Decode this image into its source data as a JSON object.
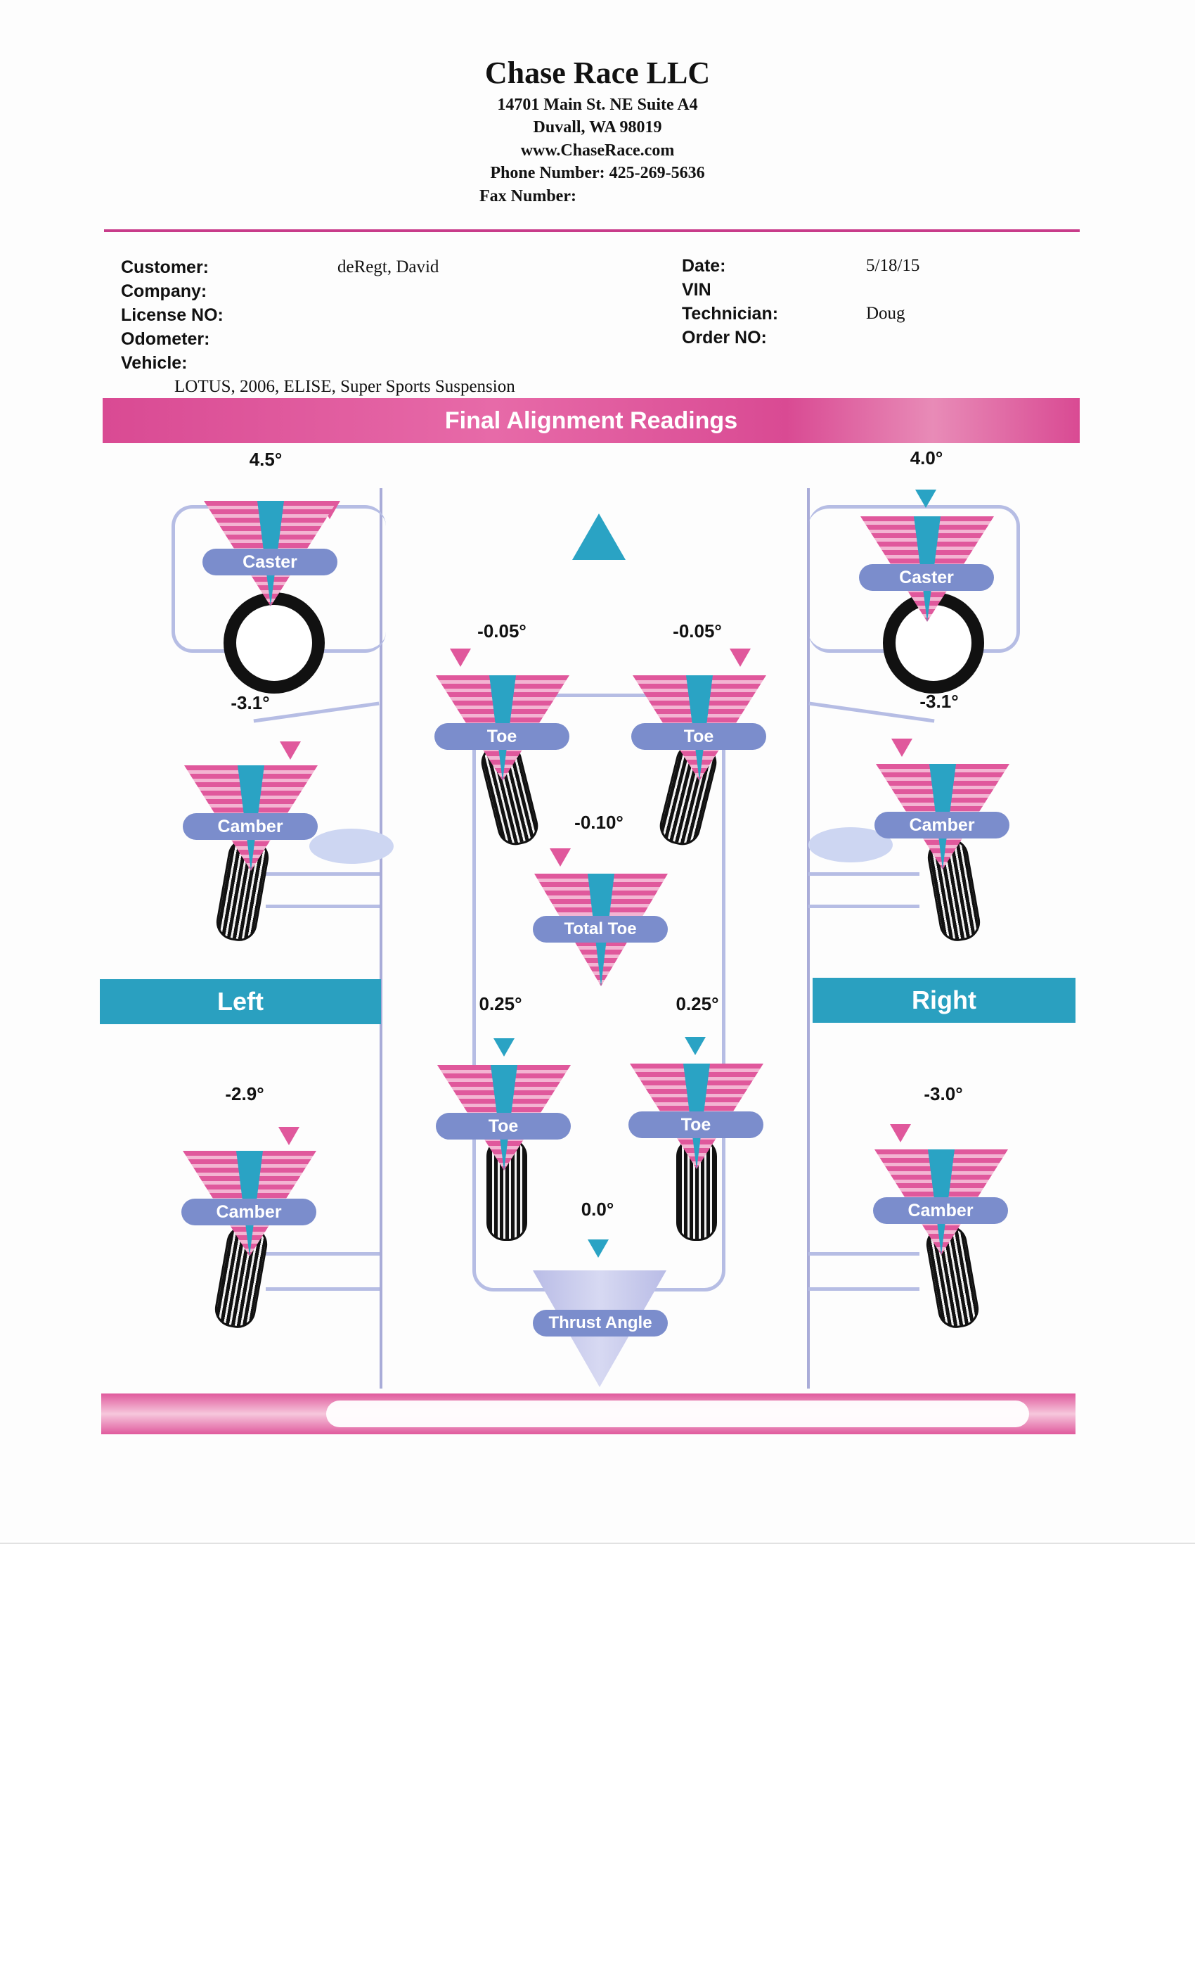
{
  "header": {
    "company_name": "Chase Race LLC",
    "address_line1": "14701 Main St. NE Suite A4",
    "address_line2": "Duvall, WA 98019",
    "website": "www.ChaseRace.com",
    "phone": "Phone Number: 425-269-5636",
    "fax": "Fax Number:"
  },
  "info": {
    "customer_label": "Customer:",
    "customer_value": "deRegt, David",
    "company_label": "Company:",
    "license_label": "License NO:",
    "odometer_label": "Odometer:",
    "vehicle_label": "Vehicle:",
    "vehicle_value": "LOTUS, 2006, ELISE, Super Sports Suspension",
    "date_label": "Date:",
    "date_value": "5/18/15",
    "vin_label": "VIN",
    "technician_label": "Technician:",
    "technician_value": "Doug",
    "order_label": "Order NO:"
  },
  "section_title": "Final Alignment Readings",
  "sides": {
    "left": "Left",
    "right": "Right"
  },
  "readings": {
    "front_left_caster": "4.5°",
    "front_right_caster": "4.0°",
    "front_left_camber": "-3.1°",
    "front_right_camber": "-3.1°",
    "front_left_toe": "-0.05°",
    "front_right_toe": "-0.05°",
    "front_total_toe": "-0.10°",
    "rear_left_toe": "0.25°",
    "rear_right_toe": "0.25°",
    "rear_left_camber": "-2.9°",
    "rear_right_camber": "-3.0°",
    "thrust_angle": "0.0°"
  },
  "gauge_labels": {
    "caster": "Caster",
    "camber": "Camber",
    "toe": "Toe",
    "total_toe": "Total Toe",
    "thrust_angle": "Thrust Angle"
  },
  "colors": {
    "accent_pink": "#e0589c",
    "accent_blue": "#2aa3c4",
    "pill": "#7b8dcc"
  }
}
